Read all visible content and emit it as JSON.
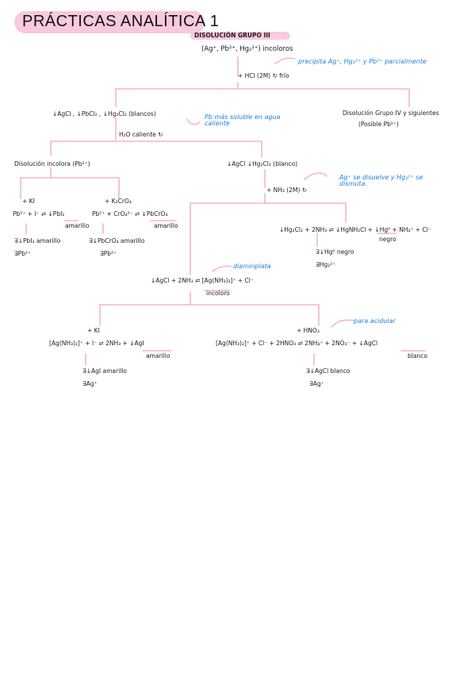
{
  "title": "PRÁCTICAS ANALÍTICA 1",
  "header": {
    "group_title": "DISOLUCIÓN GRUPO III",
    "ions": "(Ag⁺, Pb²⁺, Hg₂²⁺) incoloros",
    "reagent": "+ HCl (2M) ↻ frío",
    "note_precipitate": "precipita Ag⁺, Hg₂²⁺ y Pb²⁺ parcialmente"
  },
  "level1": {
    "precipitates": "↓AgCl , ↓PbCl₂ , ↓Hg₂Cl₂ (blancos)",
    "note_soluble": "Pb más soluble en agua caliente",
    "hot_water": "H₂O caliente ↻",
    "right_solution": "Disolución Grupo IV y siguientes",
    "right_solution_sub": "(Posible Pb²⁺)"
  },
  "level2": {
    "colorless_solution": "Disolución incolora (Pb²⁺)",
    "ki_label": "+ KI",
    "ki_eq": "Pb²⁺ + I⁻ ⇌ ↓PbI₂",
    "ki_color": "amarillo",
    "ki_result1": "∃↓PbI₂ amarillo",
    "ki_result2": "∃Pb²⁺",
    "k2cro4_label": "+ K₂CrO₄",
    "k2cro4_eq": "Pb²⁺ + CrO₄²⁻ ⇌ ↓PbCrO₄",
    "k2cro4_color": "amarillo",
    "k2cro4_result1": "∃↓PbCrO₄ amarillo",
    "k2cro4_result2": "∃Pb²⁺",
    "residue": "↓AgCl  ↓Hg₂Cl₂ (blanco)",
    "nh3": "+ NH₃ (2M) ↻",
    "note_dissolve": "Ag⁺ se disuelve y Hg₂²⁺ se dismuta."
  },
  "level3": {
    "hg_eq": "↓Hg₂Cl₂ + 2NH₃ ⇌ ↓HgNH₂Cl + ↓Hg⁰ + NH₄⁺ + Cl⁻",
    "hg_color": "negro",
    "hg_result1": "∃↓Hg⁰ negro",
    "hg_result2": "∃Hg₂²⁺",
    "ag_eq": "↓AgCl + 2NH₃ ⇌ [Ag(NH₃)₂]⁺ + Cl⁻",
    "ag_color": "incoloro",
    "note_diammine": "diaminplata"
  },
  "level4": {
    "ki_label": "+ KI",
    "ki_eq": "[Ag(NH₃)₂]⁺ + I⁻ ⇌ 2NH₃ + ↓AgI",
    "ki_color": "amarillo",
    "ki_result1": "∃↓AgI amarillo",
    "ki_result2": "∃Ag⁺",
    "hno3_label": "+ HNO₃",
    "note_acidify": "para acidular",
    "hno3_eq": "[Ag(NH₃)₂]⁺ + Cl⁻ + 2HNO₃ ⇌ 2NH₄⁺ + 2NO₃⁻ + ↓AgCl",
    "hno3_color": "blanco",
    "hno3_result1": "∃↓AgCl blanco",
    "hno3_result2": "∃Ag⁺"
  },
  "colors": {
    "pink": "#f7b3cf",
    "pink_fill": "#f9c9dd",
    "blue": "#1f7fe0",
    "ink": "#1b1b1b"
  }
}
